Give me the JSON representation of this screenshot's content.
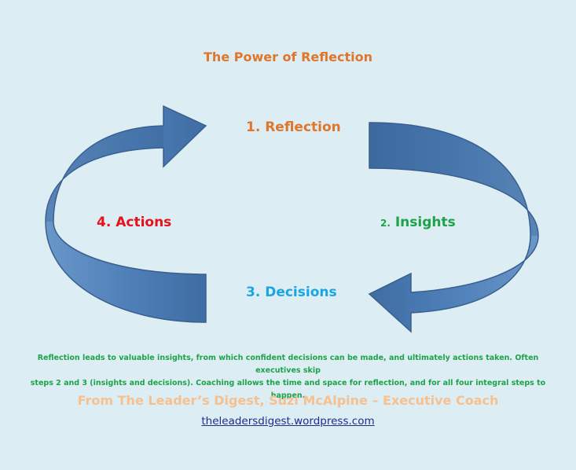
{
  "title": "The Power of Reflection",
  "steps": {
    "one": "1.  Reflection",
    "two_num": "2.",
    "two_label": " Insights",
    "three": "3.  Decisions",
    "four": "4. Actions"
  },
  "description_line1": "Reflection leads to valuable insights, from which confident decisions can be made, and ultimately actions taken.  Often executives skip",
  "description_line2": "steps 2 and 3 (insights and decisions). Coaching allows the time and space for reflection, and for all four integral steps to happen.",
  "credit": "From The Leader’s Digest, Suzi McAlpine – Executive Coach",
  "link": "theleadersdigest.wordpress.com",
  "colors": {
    "title": "#e0762a",
    "reflection": "#e0762a",
    "insights": "#1fa24a",
    "decisions": "#1aa6e0",
    "actions": "#e8101a",
    "arrow_fill": "#4f80b9",
    "arrow_stroke": "#3a5f8e"
  }
}
